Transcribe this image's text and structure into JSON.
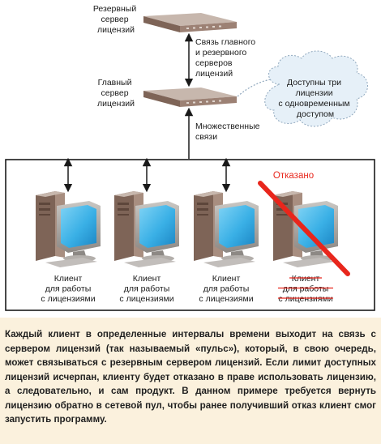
{
  "servers": {
    "backup_label": [
      "Резервный",
      "сервер",
      "лицензий"
    ],
    "main_label": [
      "Главный",
      "сервер",
      "лицензий"
    ]
  },
  "links": {
    "main_backup": [
      "Связь главного",
      "и резервного",
      "серверов",
      "лицензий"
    ],
    "multi": [
      "Множественные",
      "связи"
    ]
  },
  "cloud": {
    "text": [
      "Доступны три",
      "лицензии",
      "с одновременным",
      "доступом"
    ]
  },
  "clients": [
    {
      "label": [
        "Клиент",
        "для работы",
        "с лицензиями"
      ],
      "denied": false
    },
    {
      "label": [
        "Клиент",
        "для работы",
        "с лицензиями"
      ],
      "denied": false
    },
    {
      "label": [
        "Клиент",
        "для работы",
        "с лицензиями"
      ],
      "denied": false
    },
    {
      "label": [
        "Клиент",
        "для работы",
        "с лицензиями"
      ],
      "denied": true
    }
  ],
  "denied_label": "Отказано",
  "caption": "Каждый клиент в определенные интервалы времени выходит на связь с сервером лицензий (так называемый «пульс»), который, в свою очередь, может связываться с резервным сервером лицензий. Если лимит доступных лицензий исчерпан, клиенту будет отказано в праве использовать лицензию, а следовательно, и сам продукт. В данном примере требуется вернуть лицензию обратно в сетевой пул, чтобы ранее получивший отказ клиент смог запустить программу.",
  "colors": {
    "denied": "#e8261c",
    "caption_bg": "#fbf1dd",
    "screen": "#3ab0e6",
    "cloud_fill": "#e6f0f8"
  }
}
